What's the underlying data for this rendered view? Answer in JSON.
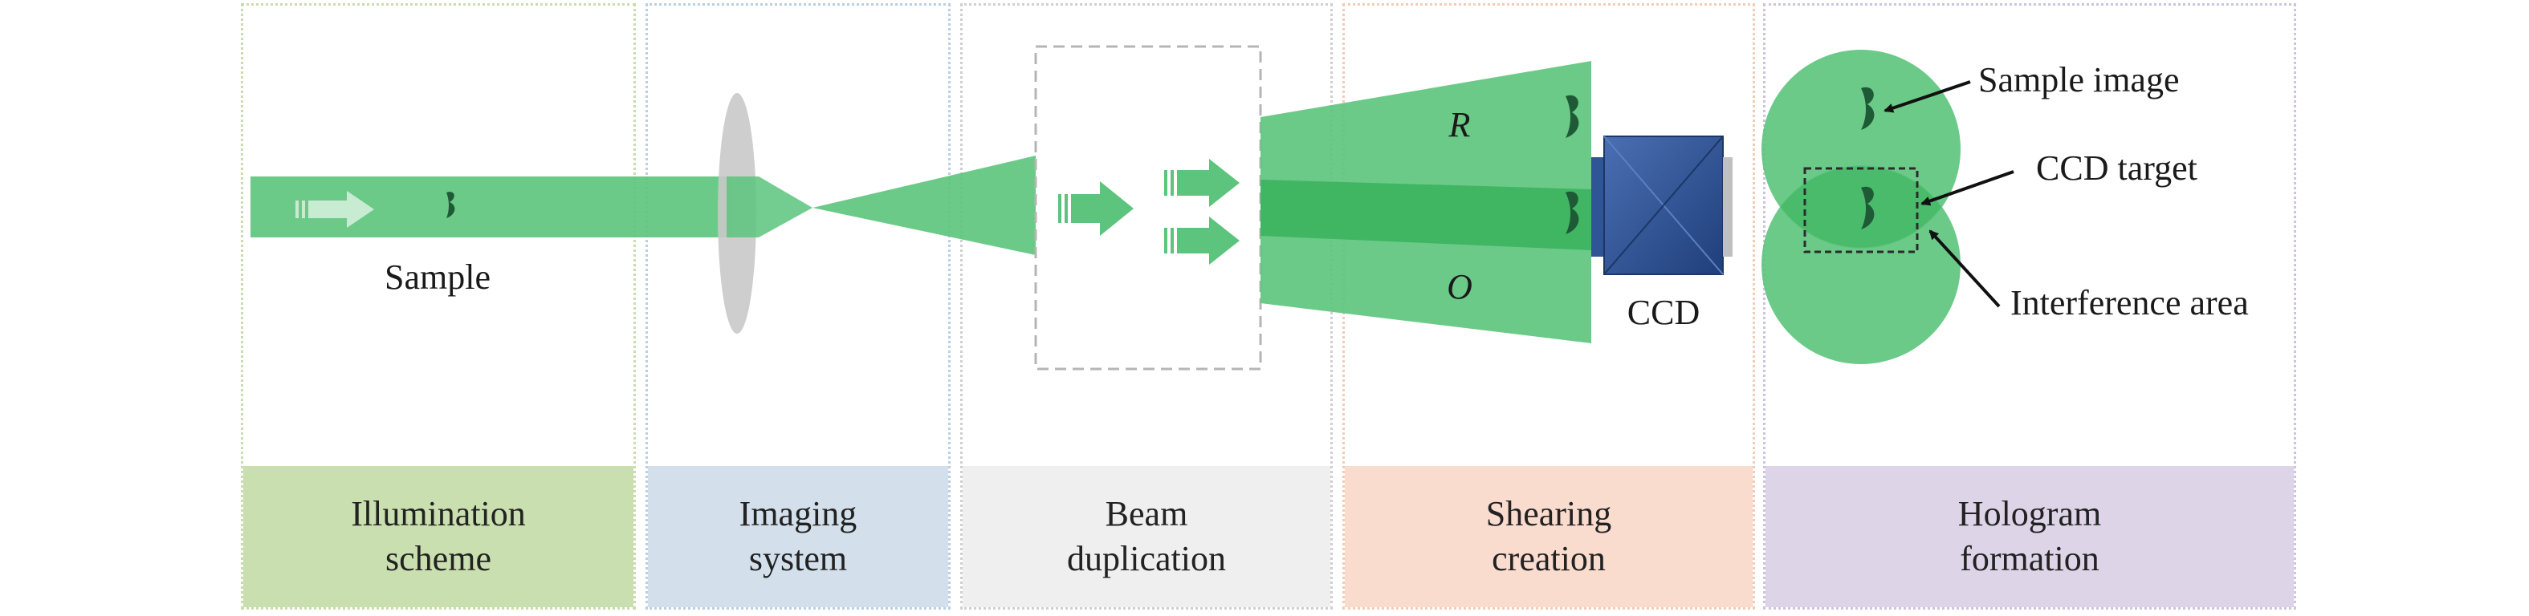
{
  "panels": [
    {
      "line1": "Illumination",
      "line2": "scheme"
    },
    {
      "line1": "Imaging",
      "line2": "system"
    },
    {
      "line1": "Beam",
      "line2": "duplication"
    },
    {
      "line1": "Shearing",
      "line2": "creation"
    },
    {
      "line1": "Hologram",
      "line2": "formation"
    }
  ],
  "labels": {
    "sample": "Sample",
    "reference_beam": "R",
    "object_beam": "O",
    "ccd": "CCD",
    "sample_image": "Sample image",
    "ccd_target": "CCD target",
    "interference_area": "Interference area"
  },
  "colors": {
    "beam": "#5cc47c",
    "beam_dark": "#3db45f",
    "lens": "#c9c9c9",
    "ccd_body": "#2f5597",
    "specimen": "#1f5a36"
  }
}
